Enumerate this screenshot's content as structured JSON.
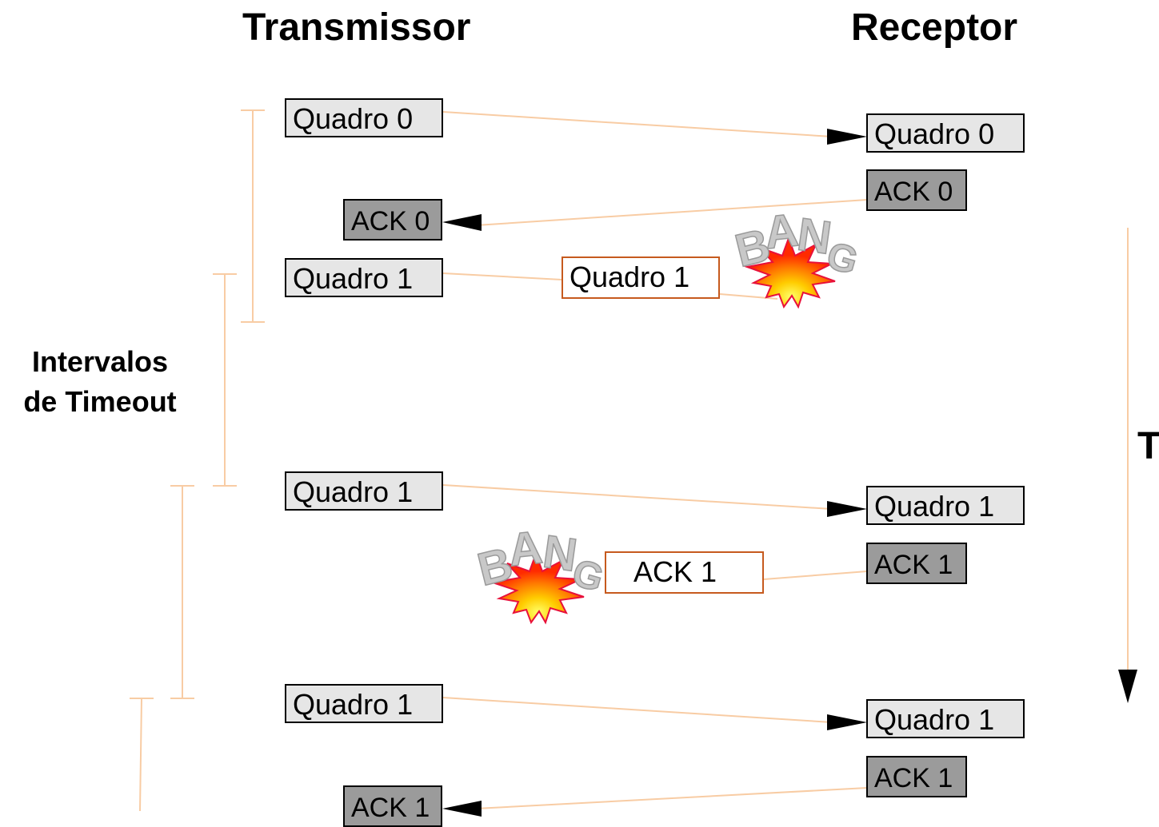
{
  "headings": {
    "sender": "Transmissor",
    "receiver": "Receptor",
    "time": "T"
  },
  "timeout_label": {
    "line1": "Intervalos",
    "line2": "de Timeout"
  },
  "sender_boxes": {
    "frame0": "Quadro 0",
    "ack0": "ACK 0",
    "frame1_first": "Quadro 1",
    "frame1_second": "Quadro 1",
    "frame1_third": "Quadro 1",
    "ack1": "ACK 1"
  },
  "receiver_boxes": {
    "frame0": "Quadro 0",
    "ack0": "ACK 0",
    "frame1_second": "Quadro 1",
    "ack1_second": "ACK 1",
    "frame1_third": "Quadro 1",
    "ack1_third": "ACK 1"
  },
  "in_flight": {
    "lost_frame": "Quadro 1",
    "lost_ack": "ACK 1"
  },
  "colors": {
    "arrow_line": "#f8cca4",
    "timeout_bracket": "#f8cca4",
    "frame_fill": "#e6e6e6",
    "ack_fill": "#9b9b9b",
    "in_flight_border": "#c65a1e",
    "explosion_text": "#c8c8c8",
    "explosion_burst": "#ff8a00"
  },
  "explosion_icon": "bang-explosion-icon"
}
